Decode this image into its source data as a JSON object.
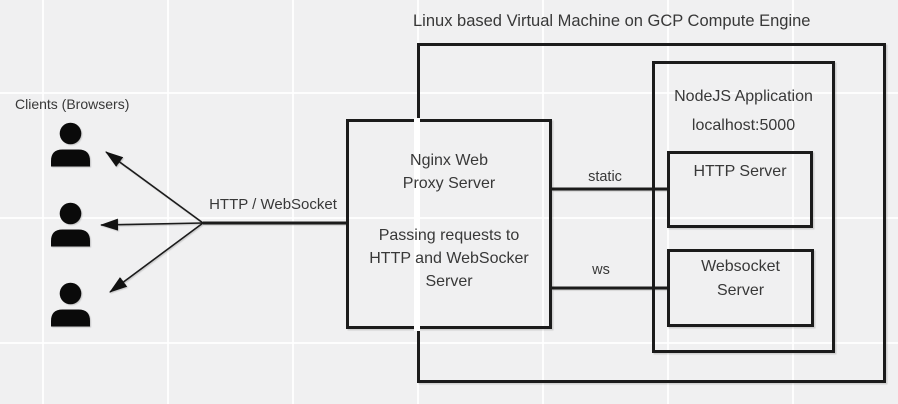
{
  "title": "Linux based Virtual Machine on GCP Compute Engine",
  "clients": {
    "label": "Clients (Browsers)",
    "icon": "person-icon",
    "count": 3
  },
  "connections": {
    "clients_to_nginx_label": "HTTP / WebSocket",
    "nginx_to_http_label": "static",
    "nginx_to_websocket_label": "ws"
  },
  "nginx": {
    "title": "Nginx Web\nProxy Server",
    "description": "Passing requests to\nHTTP and WebSocker\nServer"
  },
  "nodejs": {
    "title": "NodeJS Application",
    "subtitle": "localhost:5000",
    "http_server": "HTTP Server",
    "websocket_server": "Websocket\nServer"
  },
  "colors": {
    "background": "#f0f0f1",
    "grid_line": "#fafafa",
    "stroke": "#1b1b1b",
    "text": "#383838",
    "icon": "#0a0a0a",
    "eraser_stripe": "#ffffff"
  }
}
